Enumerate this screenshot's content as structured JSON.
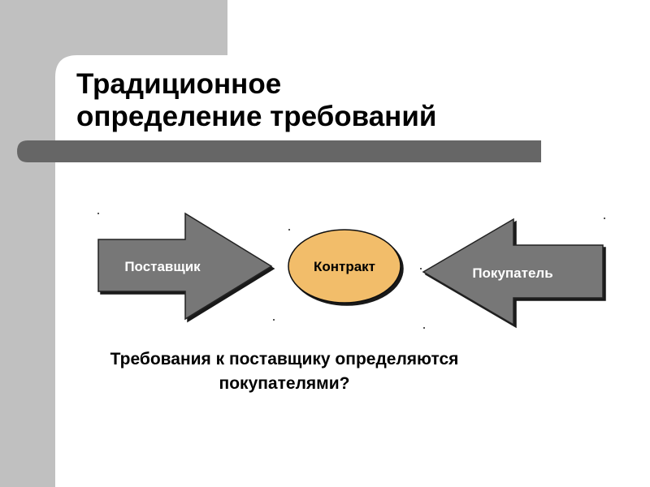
{
  "slide": {
    "title_lines": [
      "Традиционное",
      "определение требований"
    ],
    "question_lines": [
      "Требования к поставщику определяются",
      "покупателями?"
    ]
  },
  "diagram": {
    "supplier_label": "Поставщик",
    "contract_label": "Контракт",
    "buyer_label": "Покупатель"
  },
  "colors": {
    "sidebar_gray": "#c0c0c0",
    "rule_gray": "#666666",
    "arrow_fill": "#777777",
    "arrow_text": "#ffffff",
    "ellipse_fill": "#f2bd6b",
    "text": "#000000"
  }
}
